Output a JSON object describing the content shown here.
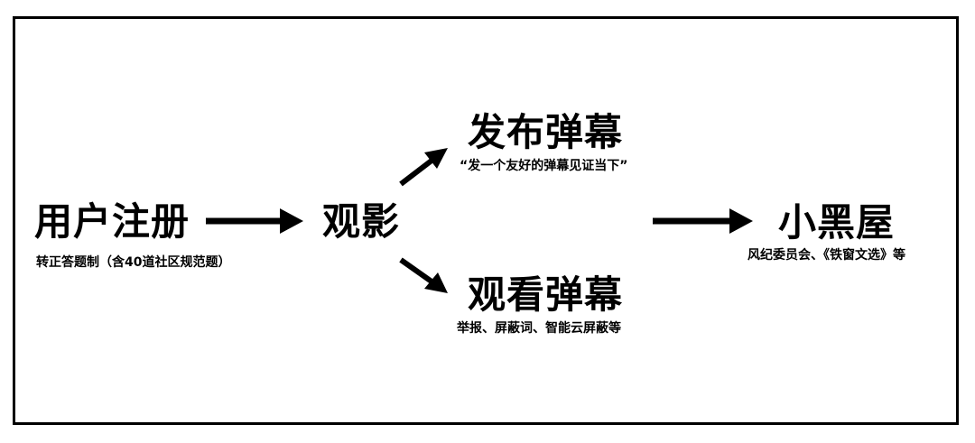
{
  "colors": {
    "stroke": "#000000",
    "background": "#ffffff"
  },
  "nodes": {
    "register": {
      "title": "用户注册",
      "subtitle": "转正答题制（含40道社区规范题）"
    },
    "watch": {
      "title": "观影"
    },
    "publish": {
      "title": "发布弹幕",
      "subtitle": "“发一个友好的弹幕见证当下”"
    },
    "view": {
      "title": "观看弹幕",
      "subtitle": "举报、屏蔽词、智能云屏蔽等"
    },
    "blackroom": {
      "title": "小黑屋",
      "subtitle": "风纪委员会、《铁窗文选》等"
    }
  }
}
